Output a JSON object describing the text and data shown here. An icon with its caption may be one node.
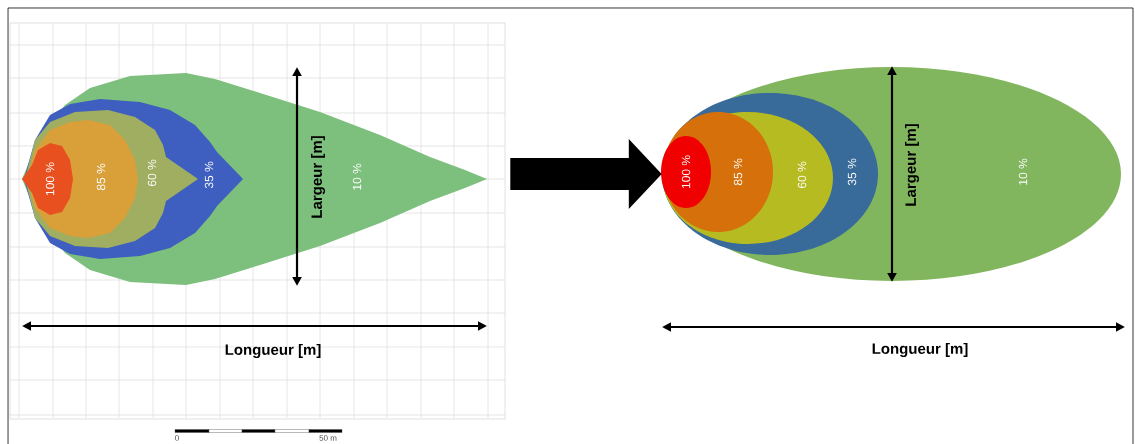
{
  "diagram": {
    "nodes": [
      {
        "text": [],
        "shape": "box"
      },
      {
        "text": [
          "10 %"
        ],
        "in": 0
      },
      {
        "text": [
          "35 %"
        ],
        "in": 1
      },
      {
        "text": [
          "60 %"
        ],
        "in": 2
      },
      {
        "text": [
          "85 %"
        ],
        "in": 3
      },
      {
        "text": [
          "100 %"
        ],
        "in": 4
      },
      {
        "text": [
          "10 %"
        ]
      },
      {
        "text": [
          "35 %"
        ],
        "in": 6
      },
      {
        "text": [
          "60 %"
        ],
        "in": 7
      },
      {
        "text": [
          "85 %"
        ],
        "in": 8
      },
      {
        "text": [
          "100 %"
        ],
        "in": 9
      }
    ],
    "edges": [
      {
        "from": 0,
        "to": 6,
        "arrow": "to"
      }
    ],
    "labels": [
      "Largeur [m]",
      "Longueur [m]",
      "0",
      "50 m",
      "Largeur [m]",
      "Longueur [m]"
    ]
  }
}
